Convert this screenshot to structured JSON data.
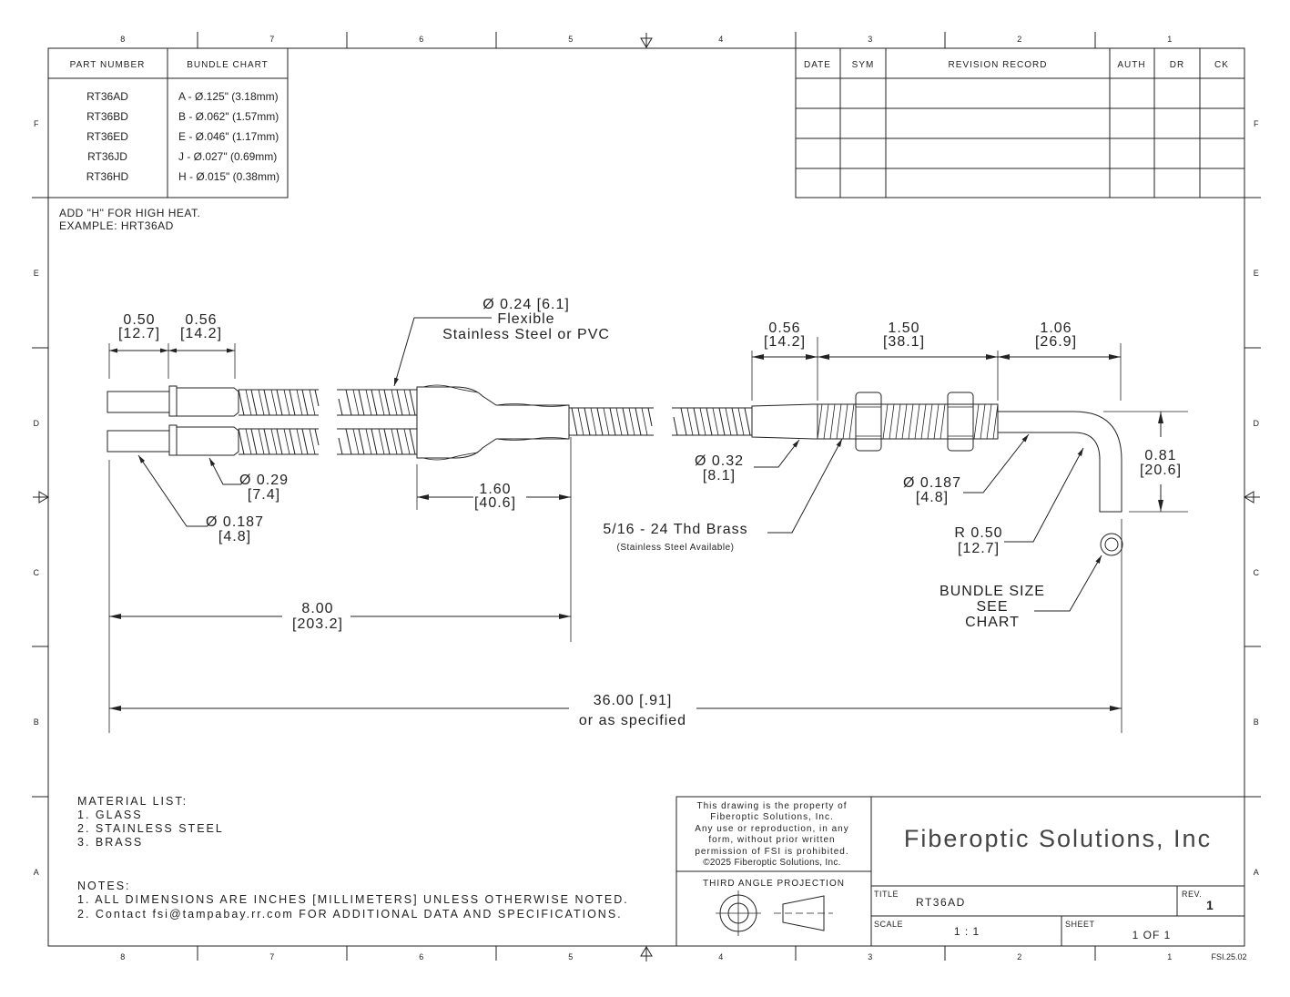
{
  "zones_top": [
    "8",
    "7",
    "6",
    "5",
    "4",
    "3",
    "2",
    "1"
  ],
  "zones_side": [
    "F",
    "E",
    "D",
    "C",
    "B",
    "A"
  ],
  "bundle_table": {
    "header_part": "PART NUMBER",
    "header_bundle": "BUNDLE CHART",
    "rows": [
      {
        "part": "RT36AD",
        "bundle": "A - Ø.125\" (3.18mm)"
      },
      {
        "part": "RT36BD",
        "bundle": "B - Ø.062\" (1.57mm)"
      },
      {
        "part": "RT36ED",
        "bundle": "E - Ø.046\" (1.17mm)"
      },
      {
        "part": "RT36JD",
        "bundle": "J - Ø.027\" (0.69mm)"
      },
      {
        "part": "RT36HD",
        "bundle": "H - Ø.015\" (0.38mm)"
      }
    ]
  },
  "revision_table": {
    "headers": [
      "DATE",
      "SYM",
      "REVISION RECORD",
      "AUTH",
      "DR",
      "CK"
    ]
  },
  "high_heat": {
    "line1": "ADD \"H\" FOR HIGH HEAT.",
    "line2": "EXAMPLE: HRT36AD"
  },
  "dims": {
    "d050_a": "0.50",
    "d050_b": "[12.7]",
    "d056_a": "0.56",
    "d056_b": "[14.2]",
    "flex_a": "Ø 0.24 [6.1]",
    "flex_b": "Flexible",
    "flex_c": "Stainless Steel or PVC",
    "r056_a": "0.56",
    "r056_b": "[14.2]",
    "r150_a": "1.50",
    "r150_b": "[38.1]",
    "r106_a": "1.06",
    "r106_b": "[26.9]",
    "d029_a": "Ø 0.29",
    "d029_b": "[7.4]",
    "d0187_a": "Ø 0.187",
    "d0187_b": "[4.8]",
    "d160_a": "1.60",
    "d160_b": "[40.6]",
    "d032_a": "Ø 0.32",
    "d032_b": "[8.1]",
    "rd0187_a": "Ø 0.187",
    "rd0187_b": "[4.8]",
    "d081_a": "0.81",
    "d081_b": "[20.6]",
    "thread_a": "5/16 - 24 Thd Brass",
    "thread_b": "(Stainless Steel Available)",
    "r050_a": "R 0.50",
    "r050_b": "[12.7]",
    "bundle_a": "BUNDLE SIZE",
    "bundle_b": "SEE",
    "bundle_c": "CHART",
    "d800_a": "8.00",
    "d800_b": "[203.2]",
    "d3600_a": "36.00 [.91]",
    "d3600_b": "or as specified"
  },
  "material": {
    "title": "MATERIAL LIST:",
    "items": [
      "1.   GLASS",
      "2.   STAINLESS STEEL",
      "3.   BRASS"
    ]
  },
  "notes": {
    "title": "NOTES:",
    "items": [
      "1.   ALL DIMENSIONS ARE INCHES [MILLIMETERS] UNLESS OTHERWISE NOTED.",
      "2.   Contact fsi@tampabay.rr.com FOR ADDITIONAL DATA AND SPECIFICATIONS."
    ]
  },
  "title_block": {
    "property": [
      "This drawing is the property of",
      "Fiberoptic Solutions, Inc.",
      "Any use or reproduction, in any",
      "form, without prior written",
      "permission of FSI is prohibited.",
      "©2025 Fiberoptic Solutions, Inc."
    ],
    "projection": "THIRD ANGLE PROJECTION",
    "company": "Fiberoptic Solutions, Inc",
    "title_label": "TITLE",
    "title_value": "RT36AD",
    "rev_label": "REV.",
    "rev_value": "1",
    "scale_label": "SCALE",
    "scale_value": "1 : 1",
    "sheet_label": "SHEET",
    "sheet_value": "1  OF 1",
    "doc_code": "FSI.25.02"
  }
}
